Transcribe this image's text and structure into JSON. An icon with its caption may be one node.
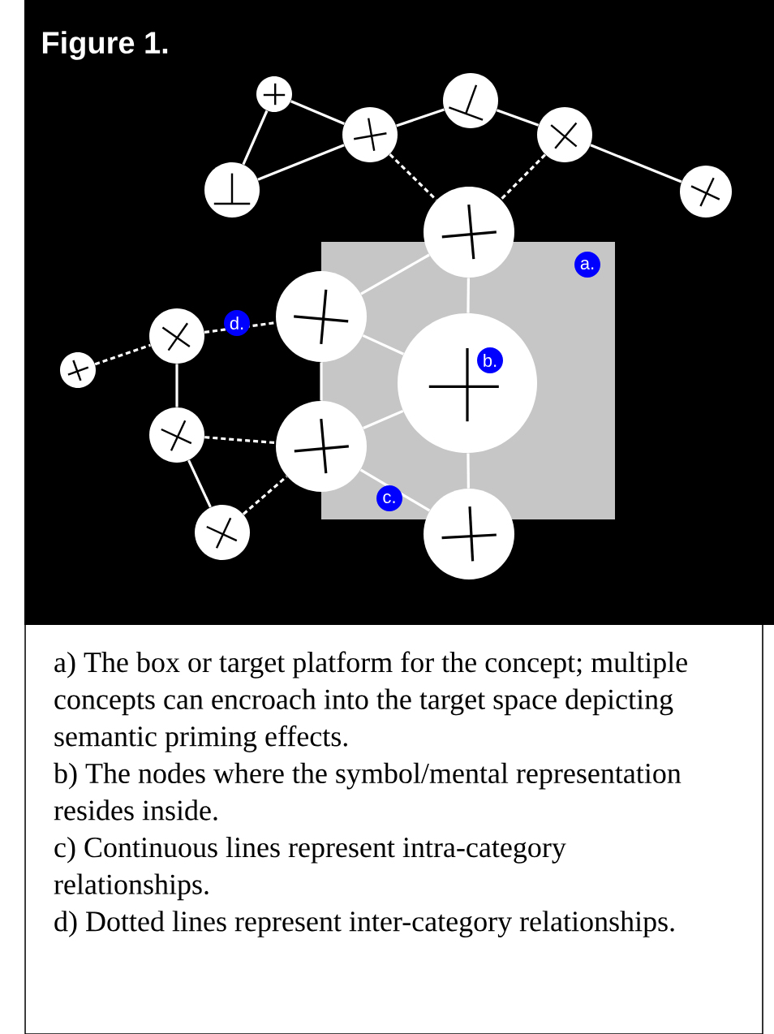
{
  "diagram": {
    "title": "Figure 1.",
    "nodes": [
      {
        "text": [],
        "shape": "box"
      },
      {
        "text": [],
        "shape": "circle"
      },
      {
        "text": [],
        "shape": "circle"
      },
      {
        "text": [],
        "shape": "circle"
      },
      {
        "text": [],
        "shape": "circle"
      },
      {
        "text": [],
        "shape": "circle"
      },
      {
        "text": [],
        "shape": "circle"
      },
      {
        "text": [],
        "shape": "circle"
      },
      {
        "text": [],
        "shape": "circle"
      },
      {
        "text": [],
        "shape": "circle"
      },
      {
        "text": [],
        "shape": "circle"
      },
      {
        "text": [],
        "shape": "circle",
        "in": 0
      },
      {
        "text": [],
        "shape": "circle"
      },
      {
        "text": [],
        "shape": "circle"
      },
      {
        "text": [],
        "shape": "circle"
      },
      {
        "text": [],
        "shape": "circle"
      }
    ],
    "edges": [
      {
        "from": 1,
        "to": 3,
        "arrow": "none"
      },
      {
        "from": 1,
        "to": 5,
        "arrow": "none"
      },
      {
        "from": 5,
        "to": 3,
        "arrow": "none"
      },
      {
        "from": 3,
        "to": 2,
        "arrow": "none"
      },
      {
        "from": 2,
        "to": 4,
        "arrow": "none"
      },
      {
        "from": 4,
        "to": 6,
        "arrow": "none"
      },
      {
        "from": 3,
        "to": 7,
        "arrow": "none",
        "style": "dashed"
      },
      {
        "from": 4,
        "to": 7,
        "arrow": "none",
        "style": "dashed"
      },
      {
        "from": 7,
        "to": 8,
        "arrow": "none"
      },
      {
        "from": 7,
        "to": 11,
        "arrow": "none"
      },
      {
        "from": 8,
        "to": 11,
        "arrow": "none"
      },
      {
        "from": 8,
        "to": 13,
        "arrow": "none"
      },
      {
        "from": 11,
        "to": 13,
        "arrow": "none"
      },
      {
        "from": 11,
        "to": 15,
        "arrow": "none"
      },
      {
        "from": 13,
        "to": 15,
        "arrow": "none"
      },
      {
        "from": 9,
        "to": 8,
        "arrow": "none",
        "style": "dashed"
      },
      {
        "from": 10,
        "to": 9,
        "arrow": "none",
        "style": "dashed"
      },
      {
        "from": 9,
        "to": 12,
        "arrow": "none"
      },
      {
        "from": 12,
        "to": 13,
        "arrow": "none",
        "style": "dashed"
      },
      {
        "from": 12,
        "to": 14,
        "arrow": "none"
      },
      {
        "from": 14,
        "to": 13,
        "arrow": "none",
        "style": "dashed"
      }
    ],
    "labels": [
      "a.",
      "d.",
      "b.",
      "c.",
      "a) The box or target platform for the concept; multiple concepts can encroach into the target space depicting semantic priming effects.",
      "b) The nodes where the symbol/mental representation resides inside.",
      "c) Continuous lines represent intra-category relationships.",
      "d) Dotted lines represent inter-category relationships."
    ]
  }
}
